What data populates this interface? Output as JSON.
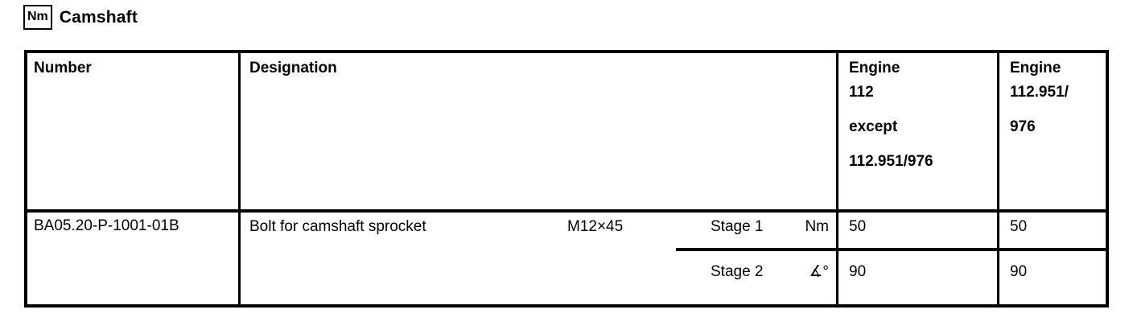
{
  "title": {
    "icon_label": "Nm",
    "text": "Camshaft"
  },
  "table": {
    "columns": {
      "number_header": "Number",
      "designation_header": "Designation",
      "engine1_lines": [
        "Engine",
        "112",
        "except",
        "112.951/976"
      ],
      "engine2_lines": [
        "Engine",
        "112.951/",
        "976"
      ]
    },
    "row": {
      "number": "BA05.20-P-1001-01B",
      "designation": "Bolt for camshaft sprocket",
      "size": "M12×45",
      "stages": [
        {
          "label": "Stage 1",
          "unit": "Nm",
          "engine1": "50",
          "engine2": "50"
        },
        {
          "label": "Stage 2",
          "unit": "∡°",
          "engine1": "90",
          "engine2": "90"
        }
      ]
    }
  }
}
